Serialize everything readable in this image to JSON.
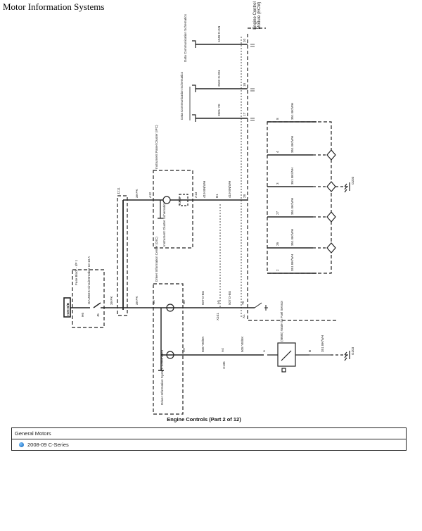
{
  "page_title": "Motor Information Systems",
  "diagram": {
    "caption": "Engine Controls (Part 2 of 12)",
    "power_source": "IGN B/B",
    "fuse_block": {
      "name": "Fuse Block - I/P 1",
      "breaker": "GAUGES Circuit Breaker 10 10 A",
      "pin_in": "H6",
      "pin_out": "J5"
    },
    "splice": "J211",
    "ecm": "Engine Control Module (ECM)",
    "ipc": {
      "name": "Instrument Panel Cluster (IPC)",
      "logic": "Logic",
      "schematic_ref": "Instrument Cluster Schematics",
      "pin_in": "A12",
      "pin_out": "A13"
    },
    "dic": {
      "name": "Driver Information Center (DIC)",
      "schematic_ref": "Driver Information System Schematics",
      "pin_in": "B6",
      "pin_out1": "B5",
      "pin_out2": "A9"
    },
    "data_comm": {
      "ref": "Data Communication Schematics",
      "wires": [
        {
          "circuit": "1049 D-GN",
          "pin": "20"
        },
        {
          "circuit": "2502 D-GN",
          "pin": "18"
        },
        {
          "circuit": "2501 YE",
          "pin": "17"
        }
      ]
    },
    "wires": {
      "pk": "39 PK",
      "bnwh": "419 BN/WH",
      "dbu": "507 D-BU",
      "yebk": "508 YE/BK",
      "bkwh": "351 BK/WH"
    },
    "connectors": {
      "x101": "X101",
      "x1": "X1",
      "x135": "X135",
      "b1": "B1",
      "a5": "A5",
      "a4": "A4",
      "pin28": "28",
      "pin79": "79",
      "a": "A",
      "b": "B"
    },
    "ground_pins": [
      "8",
      "4",
      "3",
      "27",
      "26",
      "2"
    ],
    "ground": "G203",
    "sensor": "(NWE) Water in Fuel Sensor"
  },
  "footer": {
    "manufacturer": "General Motors",
    "model": "2008-09 C-Series"
  }
}
